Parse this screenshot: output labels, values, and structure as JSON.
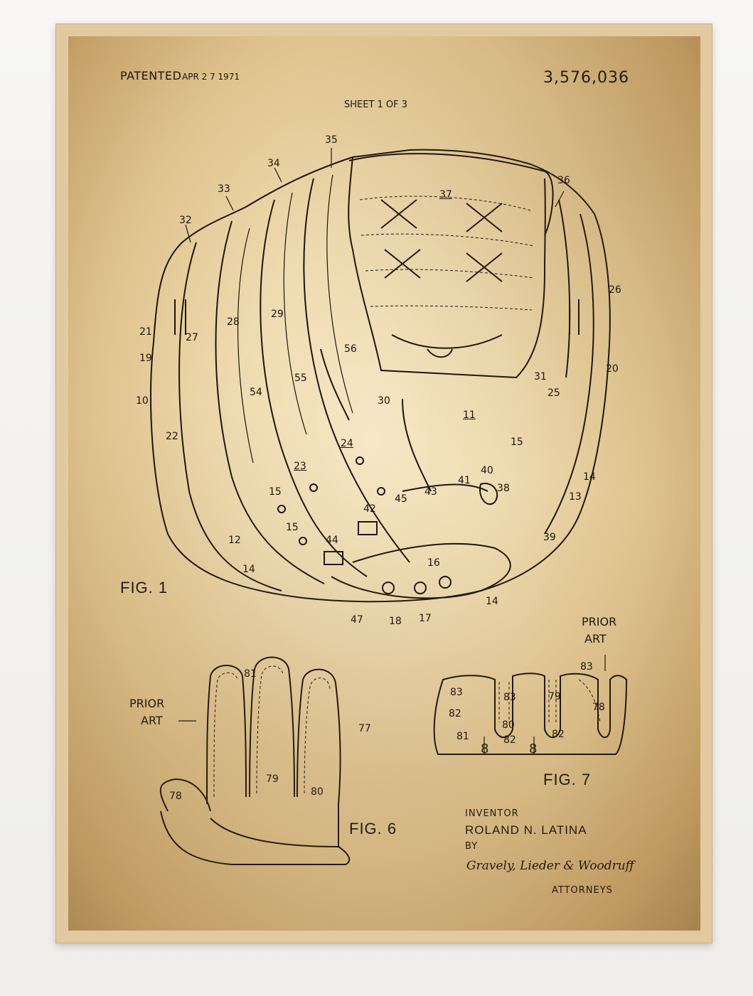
{
  "header": {
    "patented_label": "PATENTED",
    "patented_date": "APR 2 7 1971",
    "patent_number": "3,576,036",
    "sheet": "SHEET 1 OF 3"
  },
  "figures": {
    "fig1": "FIG. 1",
    "fig6": "FIG. 6",
    "fig7": "FIG. 7"
  },
  "prior_art": {
    "fig6_line1": "PRIOR",
    "fig6_line2": "ART",
    "fig7_line1": "PRIOR",
    "fig7_line2": "ART"
  },
  "fig1_labels": [
    "35",
    "34",
    "33",
    "32",
    "36",
    "37",
    "26",
    "21",
    "27",
    "28",
    "29",
    "19",
    "56",
    "20",
    "10",
    "54",
    "55",
    "31",
    "25",
    "30",
    "11",
    "22",
    "24",
    "15",
    "14",
    "23",
    "15",
    "40",
    "41",
    "38",
    "13",
    "43",
    "42",
    "45",
    "15",
    "12",
    "39",
    "44",
    "14",
    "16",
    "14",
    "47",
    "18",
    "17"
  ],
  "fig6_labels": [
    "81",
    "77",
    "79",
    "80",
    "78"
  ],
  "fig7_labels": [
    "83",
    "83",
    "83",
    "79",
    "78",
    "82",
    "80",
    "81",
    "82",
    "82",
    "8",
    "8"
  ],
  "inventor": {
    "heading": "INVENTOR",
    "name": "ROLAND N. LATINA",
    "by": "BY",
    "signature": "Gravely, Lieder & Woodruff",
    "role": "ATTORNEYS"
  },
  "colors": {
    "paper": "#eedbb0",
    "ink": "#1e150c",
    "frame": "#e3c9a0"
  }
}
